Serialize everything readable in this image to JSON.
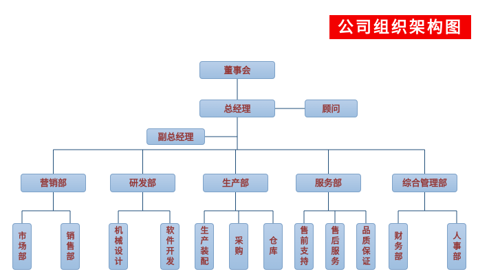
{
  "title": "公司组织架构图",
  "colors": {
    "title_bg": "#f30000",
    "title_text": "#ffffff",
    "node_fill_top": "#b9cfe9",
    "node_fill_bottom": "#9fbfe0",
    "node_border": "#7ba0c7",
    "node_text": "#943634",
    "connector": "#1f4e79"
  },
  "nodes": {
    "board": {
      "label": "董事会"
    },
    "general_manager": {
      "label": "总经理"
    },
    "advisor": {
      "label": "顾问"
    },
    "deputy_general_manager": {
      "label": "副总经理"
    },
    "departments": [
      {
        "label": "营销部",
        "children": [
          {
            "label": "市场部"
          },
          {
            "label": "销售部"
          }
        ]
      },
      {
        "label": "研发部",
        "children": [
          {
            "label": "机械设计"
          },
          {
            "label": "软件开发"
          }
        ]
      },
      {
        "label": "生产部",
        "children": [
          {
            "label": "生产装配"
          },
          {
            "label": "采购"
          },
          {
            "label": "仓库"
          }
        ]
      },
      {
        "label": "服务部",
        "children": [
          {
            "label": "售前支持"
          },
          {
            "label": "售后服务"
          },
          {
            "label": "品质保证"
          }
        ]
      },
      {
        "label": "综合管理部",
        "children": [
          {
            "label": "财务部"
          },
          {
            "label": "人事部"
          }
        ]
      }
    ]
  }
}
